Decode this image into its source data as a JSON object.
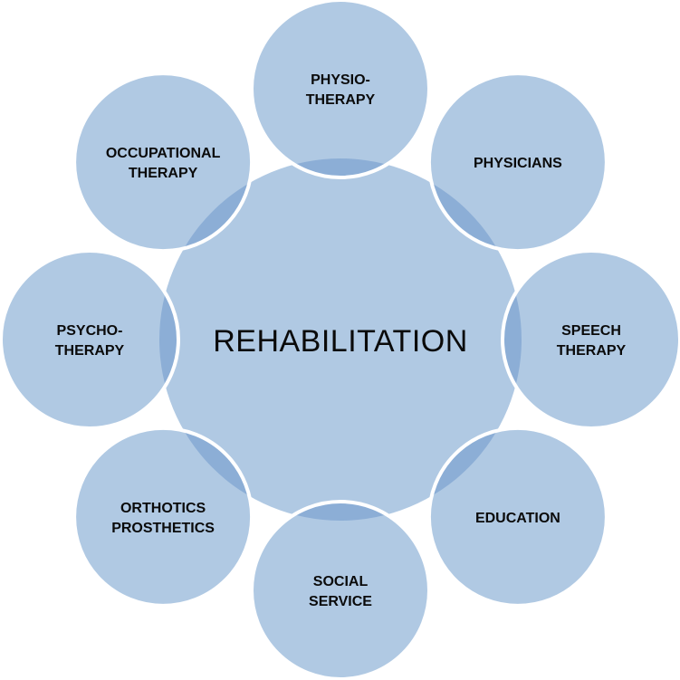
{
  "center": {
    "label": "REHABILITATION"
  },
  "nodes": [
    {
      "id": "physiotherapy",
      "lines": [
        "PHYSIO-",
        "THERAPY"
      ]
    },
    {
      "id": "physicians",
      "lines": [
        "PHYSICIANS"
      ]
    },
    {
      "id": "speech-therapy",
      "lines": [
        "SPEECH",
        "THERAPY"
      ]
    },
    {
      "id": "education",
      "lines": [
        "EDUCATION"
      ]
    },
    {
      "id": "social-service",
      "lines": [
        "SOCIAL",
        "SERVICE"
      ]
    },
    {
      "id": "orthotics-prosthetics",
      "lines": [
        "ORTHOTICS",
        "PROSTHETICS"
      ]
    },
    {
      "id": "psychotherapy",
      "lines": [
        "PSYCHO-",
        "THERAPY"
      ]
    },
    {
      "id": "occupational-therapy",
      "lines": [
        "OCCUPATIONAL",
        "THERAPY"
      ]
    }
  ],
  "colors": {
    "circle_fill": "#b0c9e3",
    "overlap_fill": "#8caed6",
    "ring_stroke": "#ffffff",
    "text": "#0a0a0a"
  }
}
